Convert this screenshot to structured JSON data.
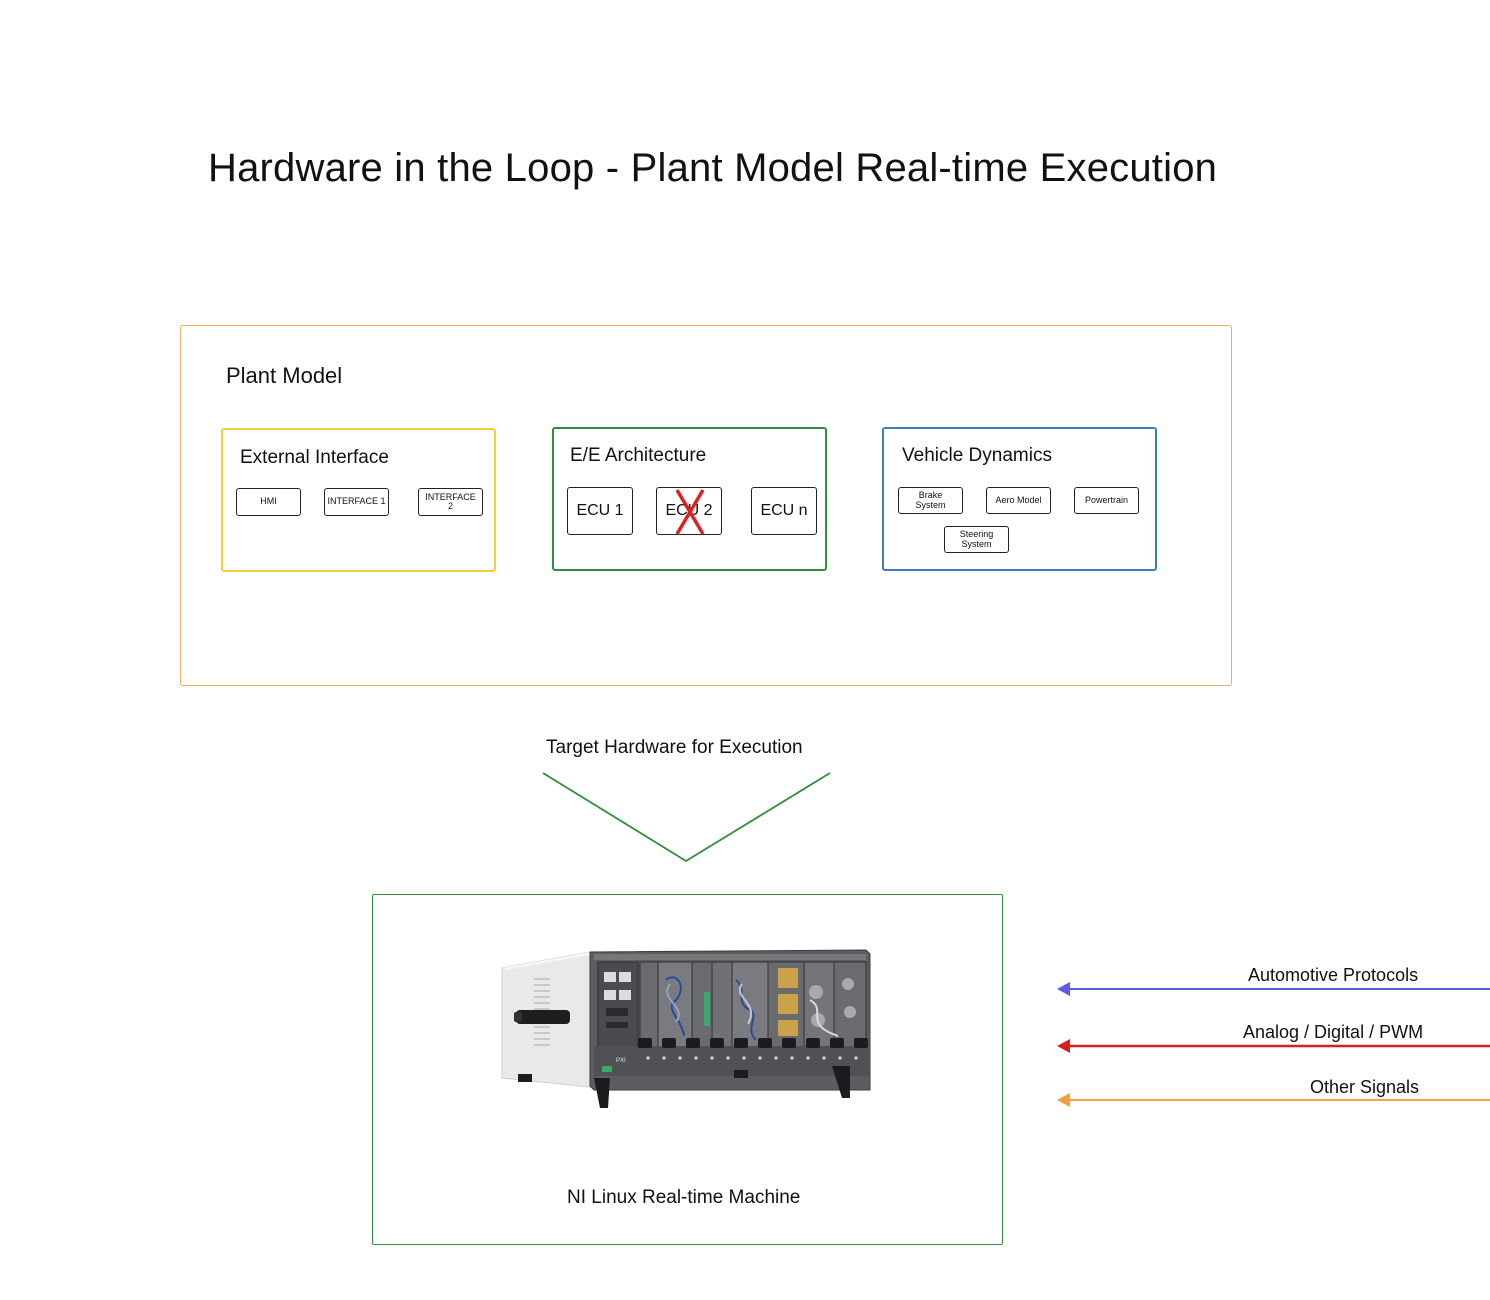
{
  "title": "Hardware in the Loop - Plant Model Real-time Execution",
  "plant_model": {
    "label": "Plant Model",
    "external_interface": {
      "title": "External Interface",
      "items": [
        "HMI",
        "INTERFACE 1",
        "INTERFACE 2"
      ]
    },
    "ee_architecture": {
      "title": "E/E Architecture",
      "items": [
        "ECU 1",
        "ECU 2",
        "ECU n"
      ]
    },
    "vehicle_dynamics": {
      "title": "Vehicle Dynamics",
      "items": [
        "Brake System",
        "Aero Model",
        "Powertrain",
        "Steering System"
      ]
    }
  },
  "target_hardware": {
    "label": "Target Hardware for Execution",
    "machine_label": "NI Linux Real-time Machine",
    "chassis_badge": "PXI"
  },
  "signals": [
    {
      "label": "Automotive Protocols",
      "color": "#5b5be6"
    },
    {
      "label": "Analog / Digital / PWM",
      "color": "#d42020"
    },
    {
      "label": "Other Signals",
      "color": "#f0a040"
    }
  ],
  "colors": {
    "plant_border": "#f0b060",
    "external_border": "#f2d23a",
    "ee_border": "#2f8f3a",
    "vd_border": "#3f7fb8",
    "ecu_cross": "#e02020"
  }
}
